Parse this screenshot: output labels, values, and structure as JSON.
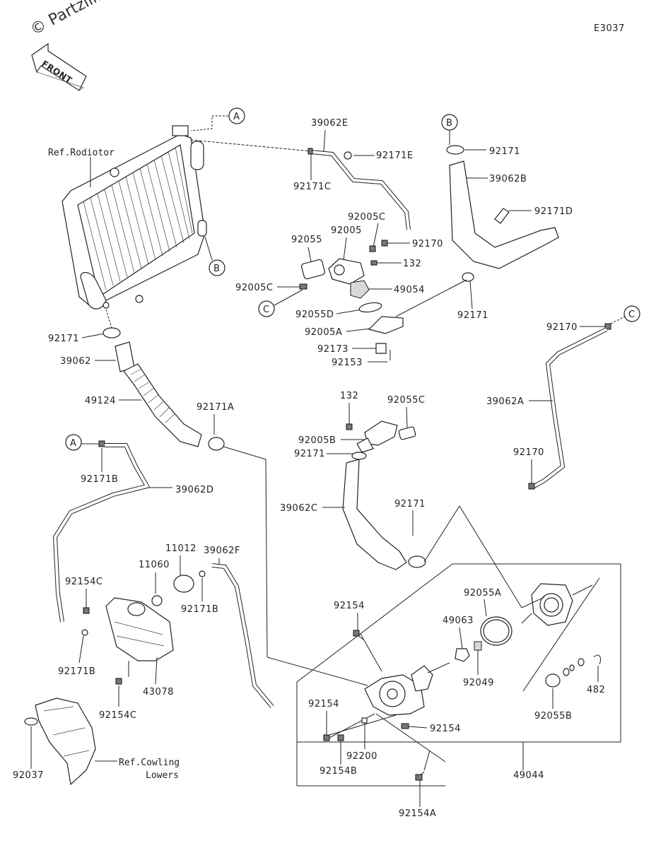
{
  "watermark": "© Partzilla.com",
  "diagram_code": "E3037",
  "front_label": "FRONT",
  "refs": {
    "radiator": "Ref.Rodiotor",
    "cowling_1": "Ref.Cowling",
    "cowling_2": "Lowers"
  },
  "circle_refs": {
    "a": "A",
    "b": "B",
    "c": "C"
  },
  "part_labels": {
    "p39062E": "39062E",
    "p92171E": "92171E",
    "p92171C": "92171C",
    "p92005C_top": "92005C",
    "p92055": "92055",
    "p92005": "92005",
    "p92170_top": "92170",
    "p132_top": "132",
    "p92005C": "92005C",
    "p49054": "49054",
    "p92055D": "92055D",
    "p92005A": "92005A",
    "p92173": "92173",
    "p92153": "92153",
    "p92171_b": "92171",
    "p39062B": "39062B",
    "p92171D": "92171D",
    "p92171_mid": "92171",
    "p92170_c": "92170",
    "p92171_left": "92171",
    "p39062": "39062",
    "p49124": "49124",
    "p92171A": "92171A",
    "p92171B_top": "92171B",
    "p39062D": "39062D",
    "p132_mid": "132",
    "p92055C": "92055C",
    "p92005B": "92005B",
    "p92171_mid2": "92171",
    "p39062A": "39062A",
    "p92170_mid": "92170",
    "p39062C": "39062C",
    "p92171_lower": "92171",
    "p11012": "11012",
    "p39062F": "39062F",
    "p11060": "11060",
    "p92171B_mid": "92171B",
    "p92154C_top": "92154C",
    "p92154_top": "92154",
    "p92055A": "92055A",
    "p49063": "49063",
    "p92049": "92049",
    "p92171B_low": "92171B",
    "p43078": "43078",
    "p92154C_low": "92154C",
    "p482": "482",
    "p92055B": "92055B",
    "p92154_left": "92154",
    "p92154_right": "92154",
    "p92200": "92200",
    "p92154B": "92154B",
    "p49044": "49044",
    "p92037": "92037",
    "p92154A": "92154A"
  }
}
